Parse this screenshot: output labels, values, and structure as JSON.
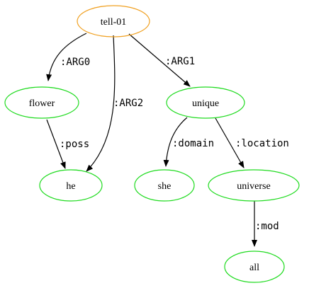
{
  "colors": {
    "root": "#f0a020",
    "node": "#1fdb1f",
    "edge": "#000000",
    "text": "#000000"
  },
  "nodes": [
    {
      "id": "tell",
      "label": "tell-01",
      "role": "root"
    },
    {
      "id": "flower",
      "label": "flower",
      "role": "concept"
    },
    {
      "id": "unique",
      "label": "unique",
      "role": "concept"
    },
    {
      "id": "he",
      "label": "he",
      "role": "concept"
    },
    {
      "id": "she",
      "label": "she",
      "role": "concept"
    },
    {
      "id": "universe",
      "label": "universe",
      "role": "concept"
    },
    {
      "id": "all",
      "label": "all",
      "role": "concept"
    }
  ],
  "edges": [
    {
      "id": "e-arg0",
      "from": "tell",
      "to": "flower",
      "label": ":ARG0"
    },
    {
      "id": "e-arg2",
      "from": "tell",
      "to": "he",
      "label": ":ARG2"
    },
    {
      "id": "e-arg1",
      "from": "tell",
      "to": "unique",
      "label": ":ARG1"
    },
    {
      "id": "e-poss",
      "from": "flower",
      "to": "he",
      "label": ":poss"
    },
    {
      "id": "e-domain",
      "from": "unique",
      "to": "she",
      "label": ":domain"
    },
    {
      "id": "e-location",
      "from": "unique",
      "to": "universe",
      "label": ":location"
    },
    {
      "id": "e-mod",
      "from": "universe",
      "to": "all",
      "label": ":mod"
    }
  ]
}
